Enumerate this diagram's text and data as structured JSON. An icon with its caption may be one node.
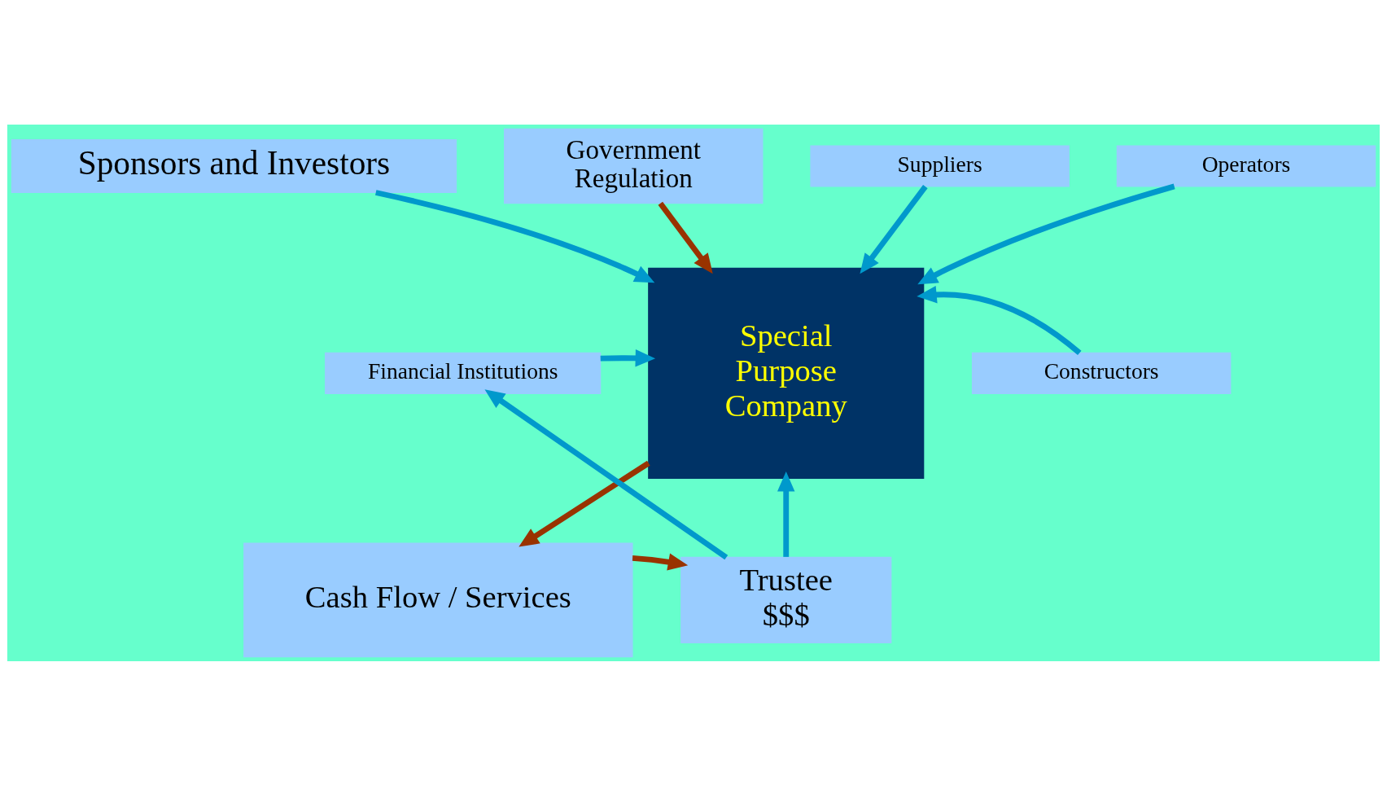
{
  "diagram": {
    "nodes": [
      {
        "text": [
          "Sponsors and Investors"
        ]
      },
      {
        "text": [
          "Government Regulation"
        ]
      },
      {
        "text": [
          "Special Purpose Company"
        ]
      },
      {
        "text": [
          "Constructors"
        ]
      },
      {
        "text": [
          "Suppliers"
        ]
      },
      {
        "text": [
          "Operators"
        ]
      },
      {
        "text": [
          "Financial Institutions"
        ]
      },
      {
        "text": [
          "Cash Flow / Services"
        ]
      },
      {
        "text": [
          "Trustee",
          "$$$"
        ]
      }
    ],
    "edges": [
      {
        "from": 0,
        "to": 2,
        "arrow": "to"
      },
      {
        "from": 1,
        "to": 2,
        "arrow": "to",
        "color": "#993300"
      },
      {
        "from": 3,
        "to": 2,
        "arrow": "to"
      },
      {
        "from": 4,
        "to": 2,
        "arrow": "to"
      },
      {
        "from": 5,
        "to": 2,
        "arrow": "to"
      },
      {
        "from": 6,
        "to": 2,
        "arrow": "to"
      },
      {
        "from": 2,
        "to": 7,
        "arrow": "to",
        "color": "#993300"
      },
      {
        "from": 7,
        "to": 8,
        "arrow": "to",
        "color": "#993300"
      },
      {
        "from": 8,
        "to": 6,
        "arrow": "to"
      },
      {
        "from": 8,
        "to": 2,
        "arrow": "to"
      }
    ]
  }
}
